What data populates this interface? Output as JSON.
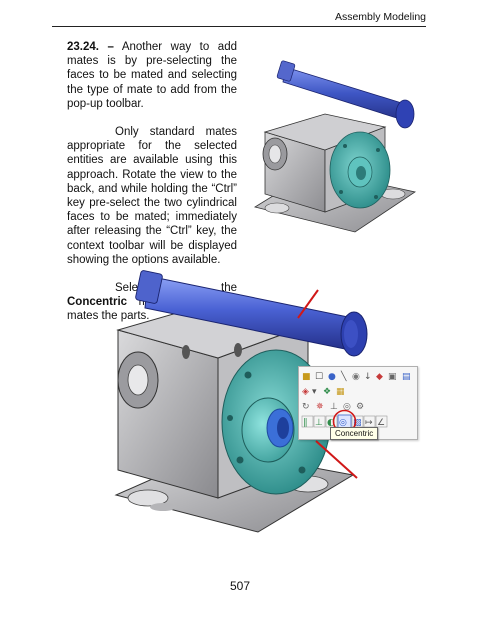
{
  "header": {
    "section_title": "Assembly Modeling"
  },
  "body": {
    "p1_number": "23.24. –",
    "p1_text": " Another way to add mates is by pre-selecting the faces to be mated and selecting the type of mate to add from the pop-up toolbar.",
    "p2_text": "Only standard mates appropriate for the selected entities are available using this approach. Rotate the view to the back, and while holding the “Ctrl” key pre-select the two cylindrical faces to be mated; immediately after releasing the “Ctrl” key, the context toolbar will be displayed showing the options available.",
    "p3_before": "Selecting the ",
    "p3_bold": "Concentric",
    "p3_after": " mate immediately mates the parts."
  },
  "context_toolbar": {
    "tooltip": "Concentric",
    "row1_icons": [
      "open-part-icon",
      "view-mates-icon",
      "appearance-icon",
      "smart-line-icon",
      "isolate-icon",
      "zoom-to-selection-icon",
      "section-view-icon",
      "hide-icon",
      "fit-icon"
    ],
    "row2_icons": [
      "component-icon",
      "dropdown-icon",
      "assembly-icon",
      "config-icon"
    ],
    "row3_icons": [
      "rotate-icon",
      "move-icon",
      "perpendicular-icon",
      "visibility-icon",
      "settings-icon"
    ],
    "mate_icons": [
      "parallel-mate-icon",
      "perpendicular-mate-icon",
      "tangent-mate-icon",
      "concentric-mate-icon",
      "coincident-mate-icon",
      "distance-mate-icon",
      "angle-mate-icon"
    ],
    "highlighted": "concentric-mate-icon"
  },
  "colors": {
    "shaft": "#3e56c4",
    "housing": "#a9a9ab",
    "plate": "#3aa6a2",
    "callout": "#d01818"
  },
  "footer": {
    "page_number": "507"
  }
}
